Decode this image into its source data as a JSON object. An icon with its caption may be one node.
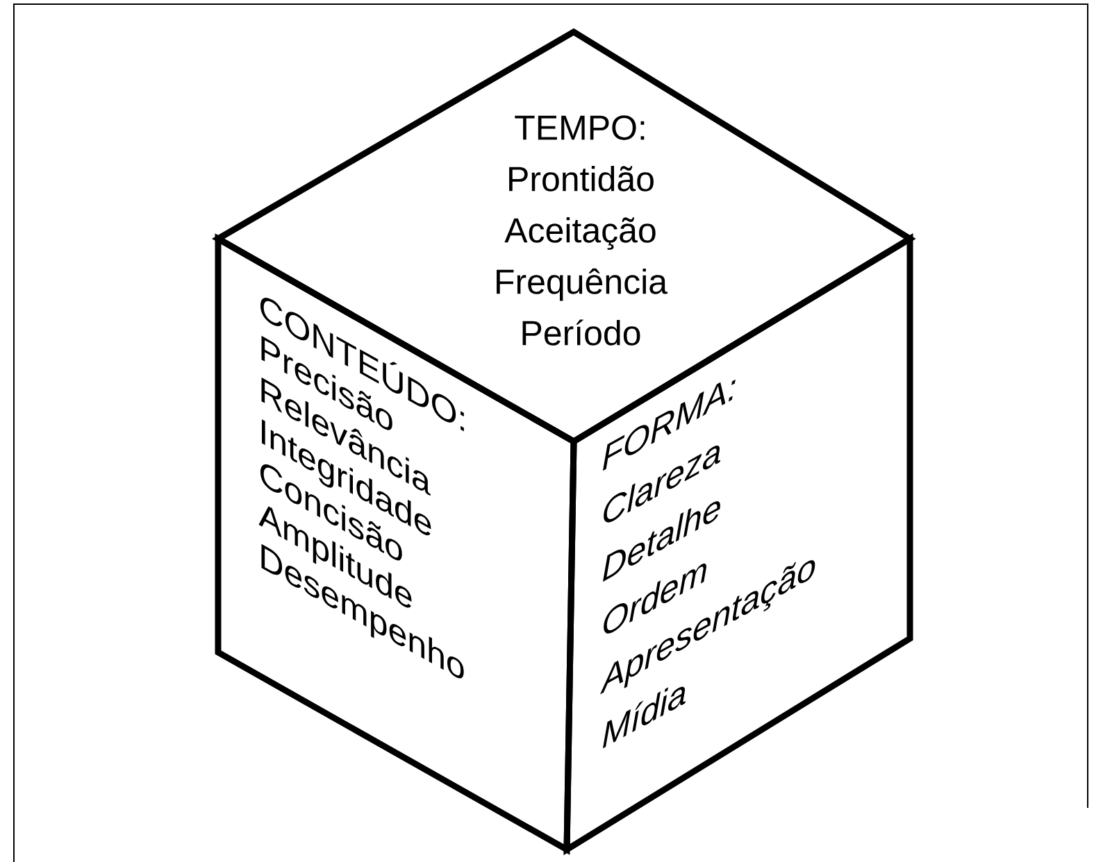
{
  "diagram": {
    "nodes": [
      {
        "text": [
          "TEMPO:",
          "Prontidão",
          "Aceitação",
          "Frequência",
          "Período"
        ]
      },
      {
        "text": [
          "CONTEÚDO:",
          "Precisão",
          "Relevância",
          "Integridade",
          "Concisão",
          "Amplitude",
          "Desempenho"
        ]
      },
      {
        "text": [
          "FORMA:",
          "Clareza",
          "Detalhe",
          "Ordem",
          "Apresentação",
          "Mídia"
        ]
      }
    ]
  }
}
